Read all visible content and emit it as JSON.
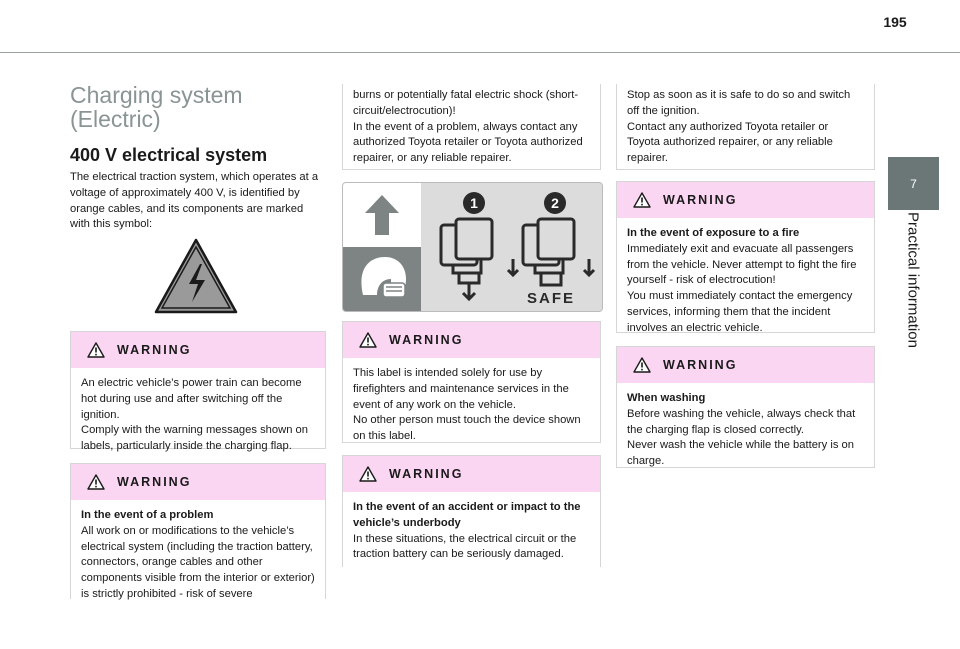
{
  "page": {
    "number": "195"
  },
  "side_tab": {
    "number": "7",
    "label": "Practical information"
  },
  "chapter": {
    "title": "Charging system (Electric)"
  },
  "section": {
    "title": "400 V electrical system",
    "intro": "The electrical traction system, which operates at a voltage of approximately 400 V, is identified by orange cables, and its components are marked with this symbol:"
  },
  "warnings": [
    {
      "title": "WARNING",
      "heading": "",
      "text": "An electric vehicle’s power train can become hot during use and after switching off the ignition.\nComply with the warning messages shown on labels, particularly inside the charging flap."
    },
    {
      "title": "WARNING",
      "heading": "In the event of a problem",
      "text": "All work on or modifications to the vehicle’s electrical system (including the traction battery, connectors, orange cables and other components visible from the interior or exterior) is strictly prohibited - risk of severe"
    },
    {
      "title": "",
      "heading": "",
      "text": "burns or potentially fatal electric shock (short-circuit/electrocution)!\nIn the event of a problem, always contact any authorized Toyota retailer or Toyota authorized repairer, or any reliable repairer."
    },
    {
      "title": "WARNING",
      "heading": "",
      "text": "This label is intended solely for use by firefighters and maintenance services in the event of any work on the vehicle.\nNo other person must touch the device shown on this label."
    },
    {
      "title": "WARNING",
      "heading": "In the event of an accident or impact to the vehicle’s underbody",
      "text": "In these situations, the electrical circuit or the traction battery can be seriously damaged."
    },
    {
      "title": "",
      "heading": "",
      "text": "Stop as soon as it is safe to do so and switch off the ignition.\nContact any authorized Toyota retailer or Toyota authorized repairer, or any reliable repairer."
    },
    {
      "title": "WARNING",
      "heading": "In the event of exposure to a fire",
      "text": "Immediately exit and evacuate all passengers from the vehicle. Never attempt to fight the fire yourself - risk of electrocution!\nYou must immediately contact the emergency services, informing them that the incident involves an electric vehicle."
    },
    {
      "title": "WARNING",
      "heading": "When washing",
      "text": "Before washing the vehicle, always check that the charging flap is closed correctly.\nNever wash the vehicle while the battery is on charge."
    }
  ],
  "label_figure": {
    "step1": "1",
    "step2": "2",
    "safe_text": "SAFE"
  },
  "colors": {
    "warning_header": "#fbd6f2",
    "side_tab": "#6b7776",
    "chapter_title": "#8a9494"
  }
}
